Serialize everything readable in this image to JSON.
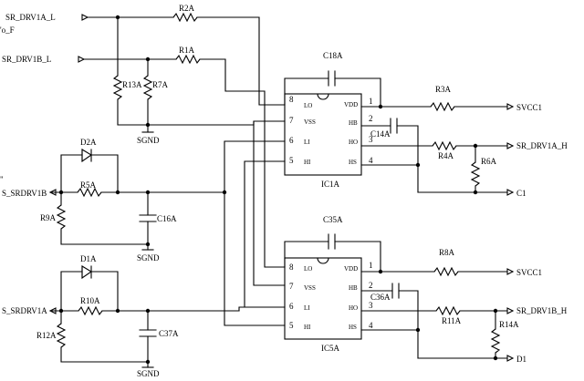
{
  "labels": {
    "corner": "'o_F",
    "sr_drv1a_l": "SR_DRV1A_L",
    "sr_drv1b_l": "SR_DRV1B_L",
    "s_srdrv1b": "S_SRDRV1B",
    "s_srdrv1a": "S_SRDRV1A",
    "svcc1_top": "SVCC1",
    "sr_drv1a_h": "SR_DRV1A_H",
    "c1": "C1",
    "svcc1_bot": "SVCC1",
    "sr_drv1b_h": "SR_DRV1B_H",
    "d1": "D1",
    "sgnd_top": "SGND",
    "sgnd_mid": "SGND",
    "sgnd_bot": "SGND"
  },
  "refs": {
    "r2a": "R2A",
    "r1a": "R1A",
    "r13a": "R13A",
    "r7a": "R7A",
    "d2a": "D2A",
    "r5a": "R5A",
    "r9a": "R9A",
    "c16a": "C16A",
    "d1a": "D1A",
    "r10a": "R10A",
    "r12a": "R12A",
    "c37a": "C37A",
    "c18a": "C18A",
    "c14a": "C14A",
    "r3a": "R3A",
    "r4a": "R4A",
    "r6a": "R6A",
    "ic1a": "IC1A",
    "c35a": "C35A",
    "c36a": "C36A",
    "r8a": "R8A",
    "r11a": "R11A",
    "r14a": "R14A",
    "ic5a": "IC5A"
  },
  "ic_pins": {
    "lo": "LO",
    "vss": "VSS",
    "li": "LI",
    "hi": "HI",
    "vdd": "VDD",
    "hb": "HB",
    "ho": "HO",
    "hs": "HS",
    "p1": "1",
    "p2": "2",
    "p3": "3",
    "p4": "4",
    "p5": "5",
    "p6": "6",
    "p7": "7",
    "p8": "8"
  }
}
